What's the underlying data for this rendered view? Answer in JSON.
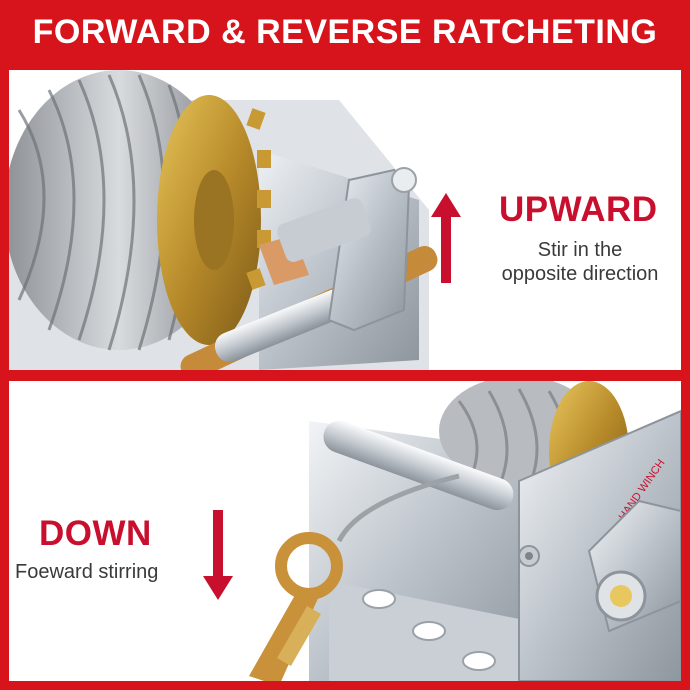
{
  "header": {
    "title": "FORWARD & REVERSE RATCHETING"
  },
  "top_panel": {
    "heading": "UPWARD",
    "description_line1": "Stir in the",
    "description_line2": "opposite direction",
    "arrow_icon": "arrow-up-icon"
  },
  "bottom_panel": {
    "heading": "DOWN",
    "description": "Foeward stirring",
    "arrow_icon": "arrow-down-icon",
    "winch_label": "HAND WINCH"
  },
  "colors": {
    "brand_red": "#d7131b",
    "heading_red": "#c8102e",
    "text_gray": "#3a3a3a"
  }
}
